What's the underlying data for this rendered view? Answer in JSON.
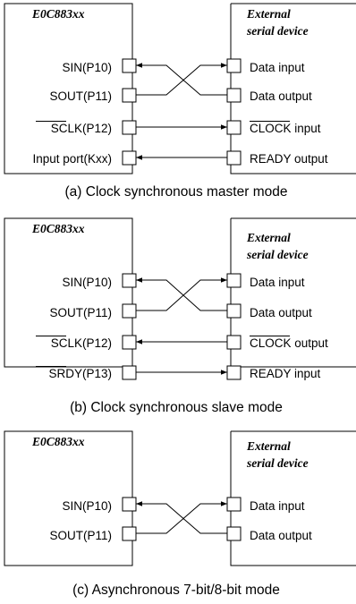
{
  "panels": [
    {
      "device": "E0C883xx",
      "external": [
        "External",
        "serial device"
      ],
      "rows": [
        {
          "left": "SIN(P10)",
          "right": "Data input"
        },
        {
          "left": "SOUT(P11)",
          "right": "Data output"
        },
        {
          "left": "SCLK(P12)",
          "right": "CLOCK input",
          "left_overline": "SCLK",
          "right_overline": "CLOCK"
        },
        {
          "left": "Input port(Kxx)",
          "right": "READY output"
        }
      ],
      "caption": "(a) Clock synchronous master mode"
    },
    {
      "device": "E0C883xx",
      "external": [
        "External",
        "serial device"
      ],
      "rows": [
        {
          "left": "SIN(P10)",
          "right": "Data input"
        },
        {
          "left": "SOUT(P11)",
          "right": "Data output"
        },
        {
          "left": "SCLK(P12)",
          "right": "CLOCK output",
          "left_overline": "SCLK",
          "right_overline": "CLOCK"
        },
        {
          "left": "SRDY(P13)",
          "right": "READY input",
          "left_overline": "SRDY"
        }
      ],
      "caption": "(b) Clock synchronous slave mode"
    },
    {
      "device": "E0C883xx",
      "external": [
        "External",
        "serial device"
      ],
      "rows": [
        {
          "left": "SIN(P10)",
          "right": "Data input"
        },
        {
          "left": "SOUT(P11)",
          "right": "Data output"
        }
      ],
      "caption": "(c) Asynchronous 7-bit/8-bit mode"
    }
  ]
}
